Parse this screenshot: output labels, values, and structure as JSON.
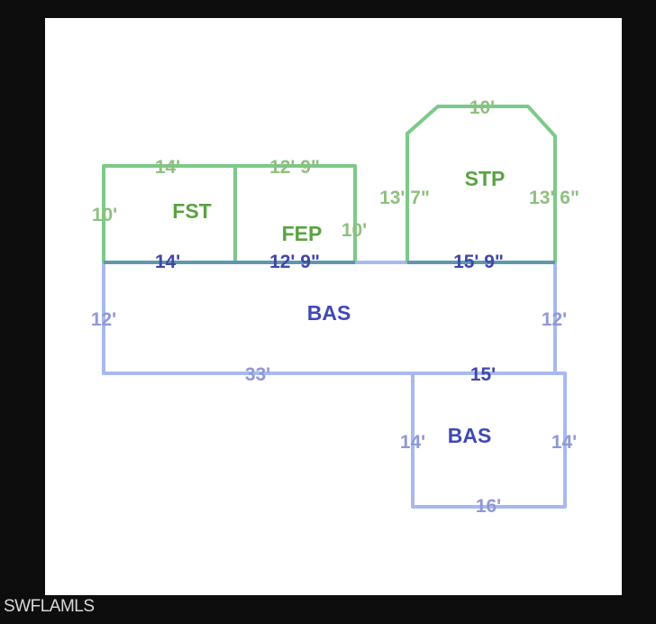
{
  "watermark": "SWFLAMLS",
  "colors": {
    "green_line": "#7cc988",
    "blue_line": "#a9b9ef",
    "shared_line": "#5f97b0",
    "green_label": "#8fbf7f",
    "blue_label": "#8f98d6"
  },
  "areas": {
    "fst": {
      "code": "FST",
      "top": "14'",
      "left": "10'",
      "bottom": "14'"
    },
    "fep": {
      "code": "FEP",
      "top": "12' 9\"",
      "right": "10'",
      "bottom": "12' 9\""
    },
    "stp": {
      "code": "STP",
      "top": "10'",
      "left": "13' 7\"",
      "right": "13' 6\"",
      "bottom": "15' 9\""
    },
    "bas_main": {
      "code": "BAS",
      "left": "12'",
      "right": "12'",
      "bottom": "33'",
      "bottom_right": "15'"
    },
    "bas_annex": {
      "code": "BAS",
      "left": "14'",
      "right": "14'",
      "bottom": "16'"
    }
  }
}
